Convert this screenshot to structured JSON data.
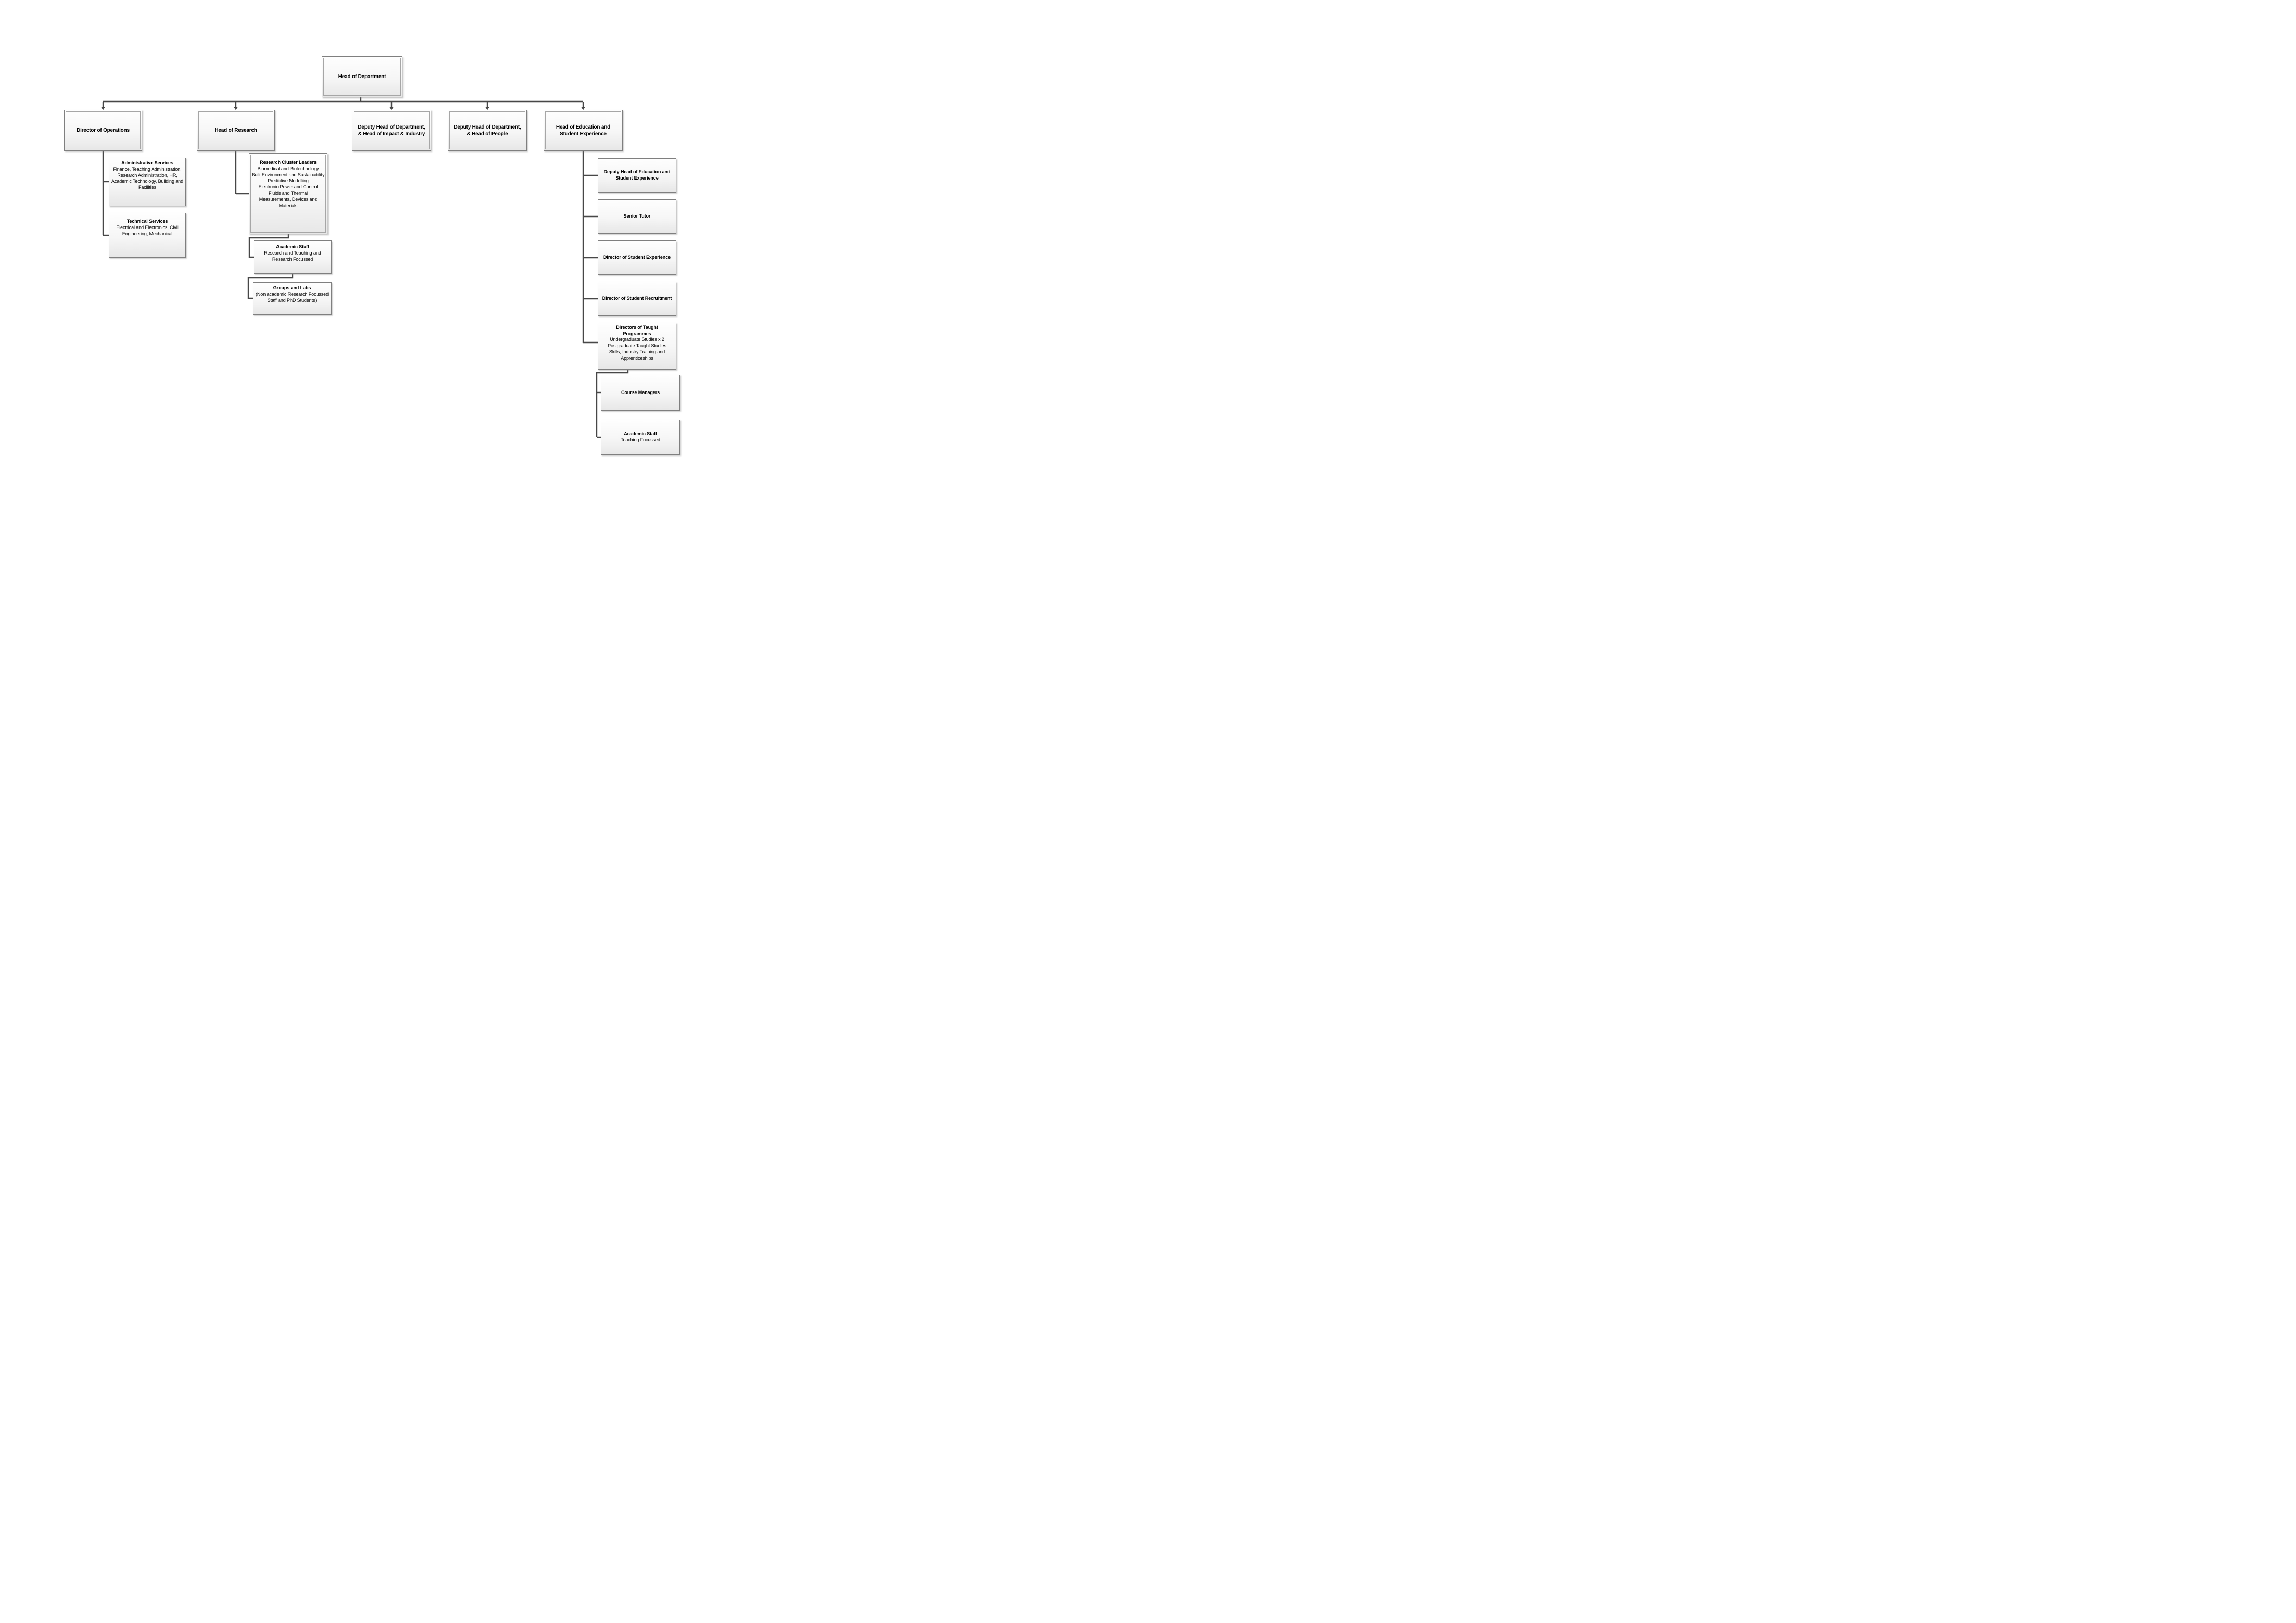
{
  "colors": {
    "connector_line": "#474747",
    "box_border": "#7f7f7f",
    "box_inner_border": "#a6a6a6",
    "box_fill_top": "#fefefe",
    "box_fill_bottom": "#e7e7e7",
    "text": "#000000",
    "page_background": "#ffffff"
  },
  "nodes": {
    "head_of_department": {
      "title": "Head of Department"
    },
    "director_of_operations": {
      "title": "Director of Operations"
    },
    "head_of_research": {
      "title": "Head of Research"
    },
    "deputy_head_impact_industry": {
      "title": "Deputy Head of Department,\n& Head of Impact & Industry"
    },
    "deputy_head_people": {
      "title": "Deputy Head of Department,\n& Head of People"
    },
    "head_of_education": {
      "title": "Head of Education and\nStudent Experience"
    },
    "administrative_services": {
      "title": "Administrative Services",
      "body": "Finance, Teaching Administration, Research Administration, HR, Academic Technology, Building and Facilities"
    },
    "technical_services": {
      "title": "Technical Services",
      "body": "Electrical and Electronics, Civil Engineering, Mechanical"
    },
    "research_cluster_leaders": {
      "title": "Research Cluster Leaders",
      "body": "Biomedical and Biotechnology\nBuilt Environment and Sustainability\nPredictive Modelling\nElectronic Power and Control\nFluids and Thermal\nMeasurements, Devices and Materials"
    },
    "academic_staff_research": {
      "title": "Academic Staff",
      "body": "Research and Teaching and Research Focussed"
    },
    "groups_and_labs": {
      "title": "Groups and Labs",
      "body": "(Non academic Research Focussed Staff and PhD Students)"
    },
    "deputy_head_education": {
      "title": "Deputy Head of Education and\nStudent Experience"
    },
    "senior_tutor": {
      "title": "Senior Tutor"
    },
    "director_student_experience": {
      "title": "Director of Student Experience"
    },
    "director_student_recruitment": {
      "title": "Director of Student Recruitment"
    },
    "directors_taught_programmes": {
      "title": "Directors of Taught\nProgrammes",
      "body": "Undergraduate Studies x 2\nPostgraduate Taught Studies\nSkills, Industry Training and Apprenticeships"
    },
    "course_managers": {
      "title": "Course Managers"
    },
    "academic_staff_teaching": {
      "title": "Academic Staff",
      "body": "Teaching Focussed"
    }
  }
}
